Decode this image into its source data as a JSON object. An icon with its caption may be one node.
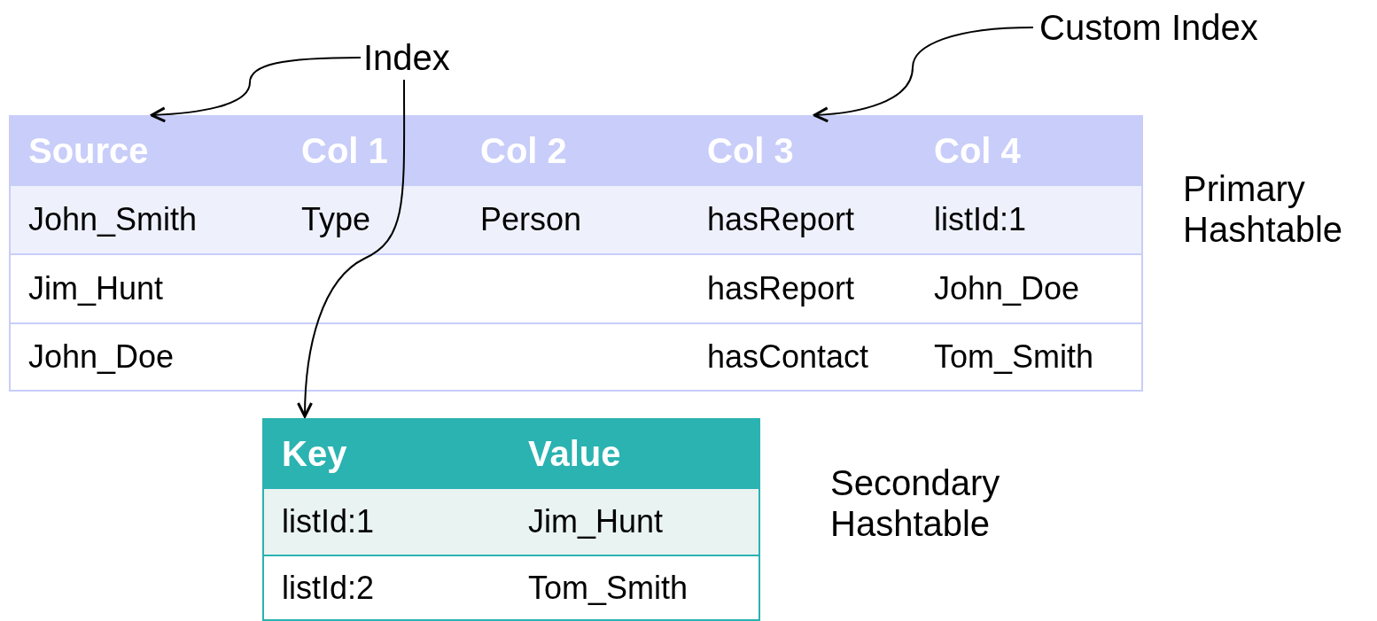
{
  "diagram": {
    "nodes": [
      {
        "text": [
          "Index"
        ]
      },
      {
        "text": [
          "Custom Index"
        ]
      },
      {
        "text": [
          "Source"
        ]
      },
      {
        "text": [
          "Col 1"
        ]
      },
      {
        "text": [
          "Col 2"
        ]
      },
      {
        "text": [
          "Col 3"
        ]
      },
      {
        "text": [
          "Col 4"
        ]
      },
      {
        "text": [
          "Key"
        ]
      },
      {
        "text": [
          "Value"
        ]
      }
    ],
    "edges": [
      {
        "from": 0,
        "to": 2,
        "arrow": "to"
      },
      {
        "from": 1,
        "to": 5,
        "arrow": "to"
      },
      {
        "from": 0,
        "to": 7,
        "arrow": "to"
      }
    ],
    "labels": [
      "John_Smith",
      "Type",
      "Person",
      "hasReport",
      "listId:1",
      "Jim_Hunt",
      "hasReport",
      "John_Doe",
      "John_Doe",
      "hasContact",
      "Tom_Smith",
      "Primary Hashtable",
      "listId:1",
      "Jim_Hunt",
      "listId:2",
      "Tom_Smith",
      "Secondary Hashtable"
    ]
  }
}
